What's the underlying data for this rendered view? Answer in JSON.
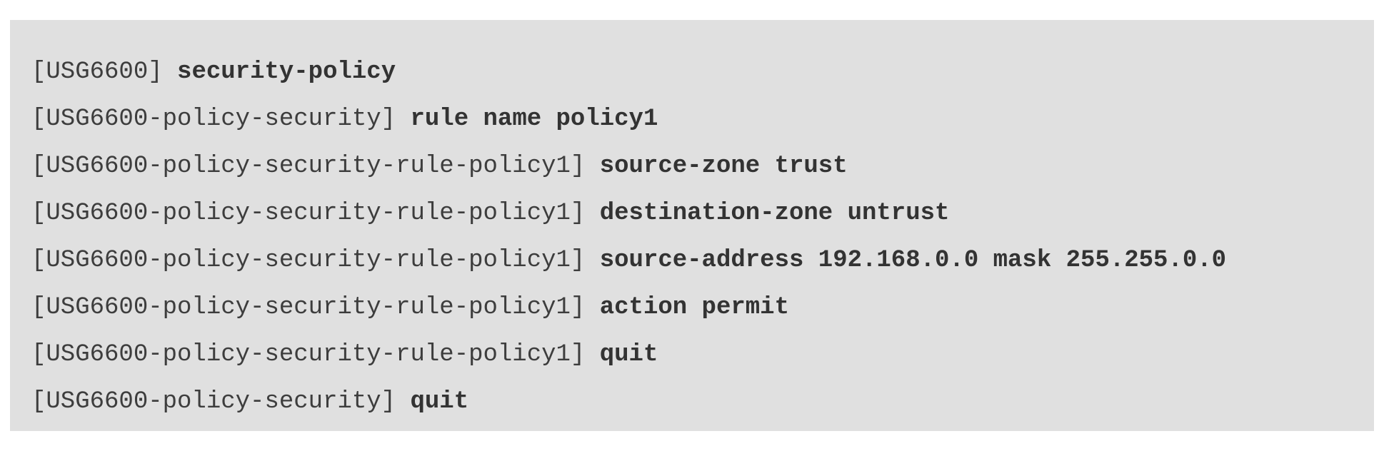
{
  "terminal": {
    "lines": [
      {
        "prompt": "[USG6600]",
        "command": "security-policy"
      },
      {
        "prompt": "[USG6600-policy-security]",
        "command": "rule name policy1"
      },
      {
        "prompt": "[USG6600-policy-security-rule-policy1]",
        "command": "source-zone trust"
      },
      {
        "prompt": "[USG6600-policy-security-rule-policy1]",
        "command": "destination-zone untrust"
      },
      {
        "prompt": "[USG6600-policy-security-rule-policy1]",
        "command": "source-address 192.168.0.0 mask 255.255.0.0"
      },
      {
        "prompt": "[USG6600-policy-security-rule-policy1]",
        "command": "action permit"
      },
      {
        "prompt": "[USG6600-policy-security-rule-policy1]",
        "command": "quit"
      },
      {
        "prompt": "[USG6600-policy-security]",
        "command": "quit"
      }
    ]
  },
  "colors": {
    "background": "#e0e0e0",
    "text": "#333333"
  }
}
